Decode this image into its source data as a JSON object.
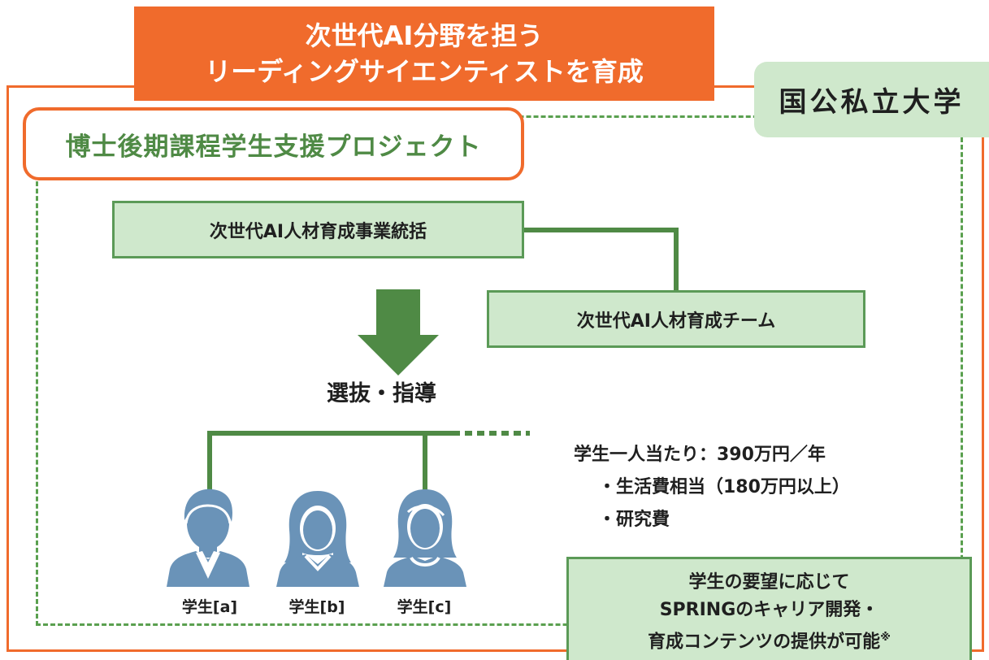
{
  "title": {
    "line1": "次世代AI分野を担う",
    "line2": "リーディングサイエンティストを育成"
  },
  "university": "国公私立大学",
  "project": "博士後期課程学生支援プロジェクト",
  "org": {
    "top": "次世代AI人材育成事業統括",
    "team": "次世代AI人材育成チーム"
  },
  "selection": "選抜・指導",
  "students": [
    {
      "label": "学生[a]"
    },
    {
      "label": "学生[b]"
    },
    {
      "label": "学生[c]"
    }
  ],
  "support": {
    "headline": "学生一人当たり：390万円／年",
    "items": [
      "・生活費相当（180万円以上）",
      "・研究費"
    ]
  },
  "spring": {
    "line1": "学生の要望に応じて",
    "line2": "SPRINGのキャリア開発・",
    "line3": "育成コンテンツの提供が可能",
    "note": "※"
  },
  "colors": {
    "orange": "#f06b2c",
    "green": "#4f8a45",
    "light_green": "#cfe8cc",
    "person_blue": "#6a93b8"
  }
}
